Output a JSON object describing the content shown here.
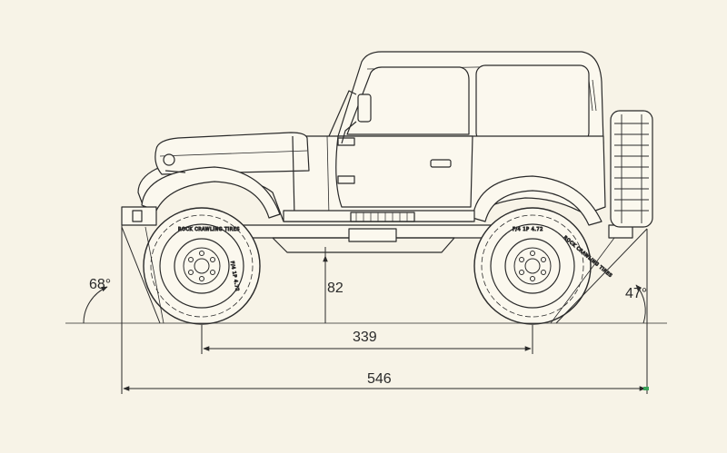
{
  "dimensions": {
    "overall_length": "546",
    "wheelbase": "339",
    "ground_clearance": "82",
    "approach_angle": "68°",
    "departure_angle": "47°"
  },
  "tire_text": {
    "line1": "ROCK CRAWLING TIRES",
    "line2": "F/4 1P 4.72"
  },
  "colors": {
    "background": "#f7f3e7",
    "line": "#2a2a2a",
    "body_fill": "#fbf8ee",
    "tire_fill": "#fbf8ee",
    "dimension_end_mark": "#3aa35a"
  }
}
